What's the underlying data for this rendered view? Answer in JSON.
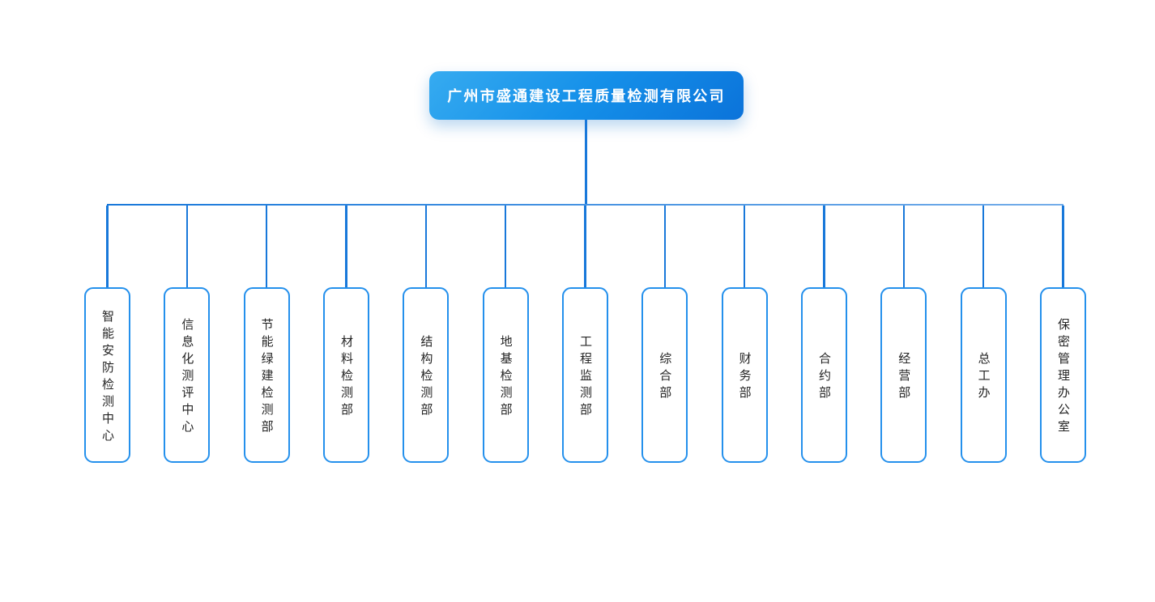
{
  "org_chart": {
    "root": {
      "label": "广州市盛通建设工程质量检测有限公司"
    },
    "departments": [
      {
        "label": "智能安防检测中心"
      },
      {
        "label": "信息化测评中心"
      },
      {
        "label": "节能绿建检测部"
      },
      {
        "label": "材料检测部"
      },
      {
        "label": "结构检测部"
      },
      {
        "label": "地基检测部"
      },
      {
        "label": "工程监测部"
      },
      {
        "label": "综合部"
      },
      {
        "label": "财务部"
      },
      {
        "label": "合约部"
      },
      {
        "label": "经营部"
      },
      {
        "label": "总工办"
      },
      {
        "label": "保密管理办公室"
      }
    ]
  },
  "colors": {
    "background": "#ffffff",
    "root_gradient_start": "#36abf0",
    "root_gradient_mid": "#1590e9",
    "root_gradient_end": "#0b73da",
    "root_text": "#ffffff",
    "connector_line": "#1878da",
    "connector_line_light": "#74ade9",
    "node_border": "#2490ec",
    "node_fill": "#ffffff",
    "node_text": "#242424"
  }
}
